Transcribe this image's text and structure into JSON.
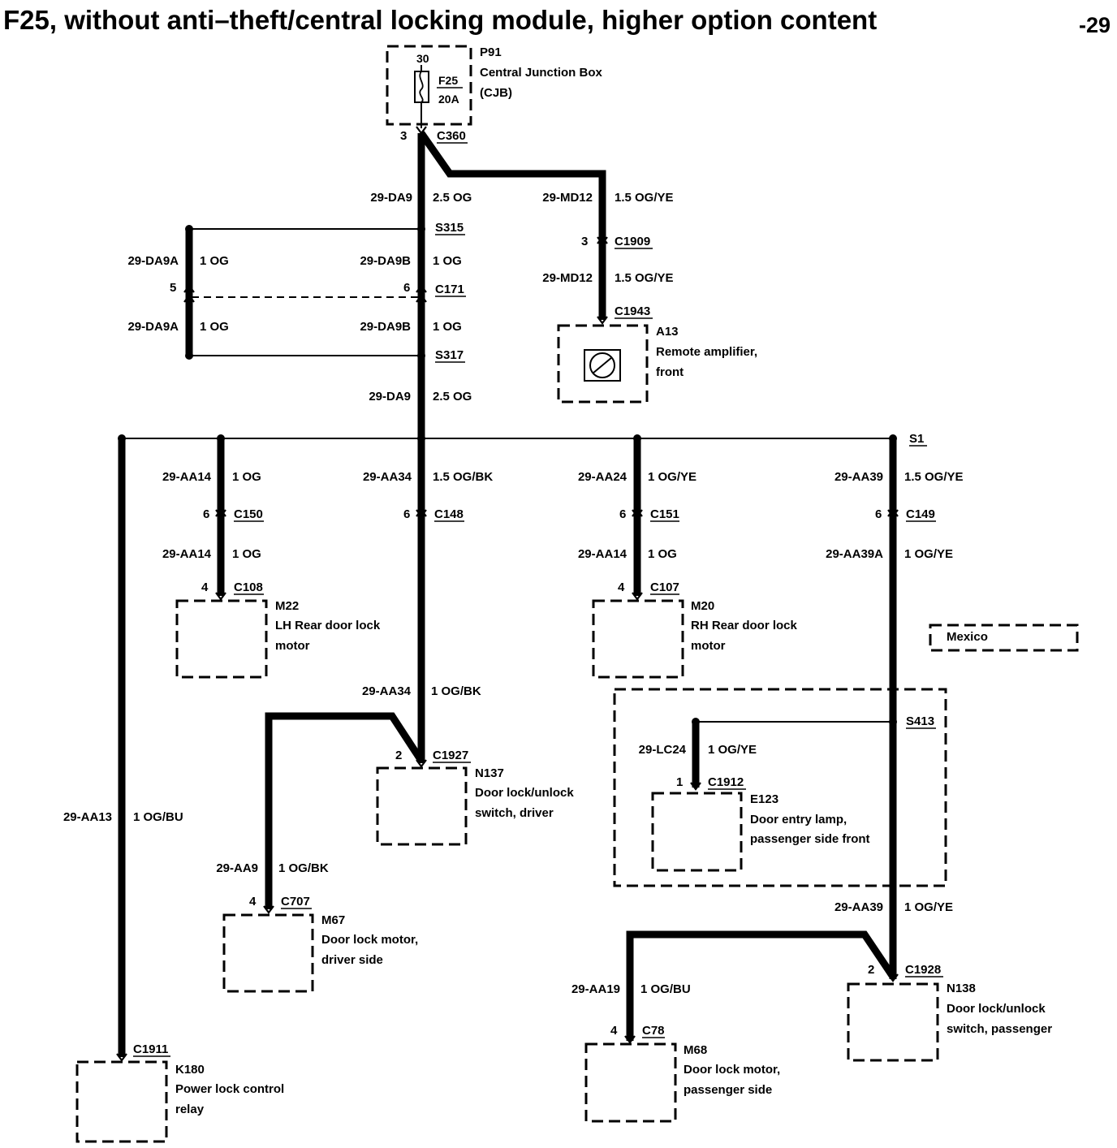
{
  "title": "F25, without anti–theft/central locking module, higher option content",
  "page_number": "-29",
  "fuse": {
    "pin": "30",
    "id": "F25",
    "rating": "20A"
  },
  "components": {
    "p91": {
      "id": "P91",
      "line1": "Central Junction Box",
      "line2": "(CJB)"
    },
    "a13": {
      "id": "A13",
      "line1": "Remote amplifier,",
      "line2": "front"
    },
    "m22": {
      "id": "M22",
      "line1": "LH Rear door lock",
      "line2": "motor"
    },
    "m20": {
      "id": "M20",
      "line1": "RH Rear door lock",
      "line2": "motor"
    },
    "n137": {
      "id": "N137",
      "line1": "Door lock/unlock",
      "line2": "switch, driver"
    },
    "e123": {
      "id": "E123",
      "line1": "Door entry lamp,",
      "line2": "passenger side front"
    },
    "m67": {
      "id": "M67",
      "line1": "Door lock motor,",
      "line2": "driver side"
    },
    "n138": {
      "id": "N138",
      "line1": "Door lock/unlock",
      "line2": "switch, passenger"
    },
    "m68": {
      "id": "M68",
      "line1": "Door lock motor,",
      "line2": "passenger side"
    },
    "k180": {
      "id": "K180",
      "line1": "Power lock control",
      "line2": "relay"
    }
  },
  "option_label": "Mexico",
  "connectors": {
    "c360": {
      "id": "C360",
      "pin": "3"
    },
    "c1909": {
      "id": "C1909",
      "pin": "3"
    },
    "c1943": {
      "id": "C1943"
    },
    "c171": {
      "id": "C171",
      "pin_left": "5",
      "pin_right": "6"
    },
    "c150": {
      "id": "C150",
      "pin": "6"
    },
    "c148": {
      "id": "C148",
      "pin": "6"
    },
    "c151": {
      "id": "C151",
      "pin": "6"
    },
    "c149": {
      "id": "C149",
      "pin": "6"
    },
    "c108": {
      "id": "C108",
      "pin": "4"
    },
    "c107": {
      "id": "C107",
      "pin": "4"
    },
    "c1927": {
      "id": "C1927",
      "pin": "2"
    },
    "c1912": {
      "id": "C1912",
      "pin": "1"
    },
    "c707": {
      "id": "C707",
      "pin": "4"
    },
    "c1928": {
      "id": "C1928",
      "pin": "2"
    },
    "c78": {
      "id": "C78",
      "pin": "4"
    },
    "c1911": {
      "id": "C1911"
    }
  },
  "splices": {
    "s315": "S315",
    "s317": "S317",
    "s1": "S1",
    "s413": "S413"
  },
  "wires": {
    "da9_top": {
      "circuit": "29-DA9",
      "spec": "2.5 OG"
    },
    "md12_a": {
      "circuit": "29-MD12",
      "spec": "1.5 OG/YE"
    },
    "md12_b": {
      "circuit": "29-MD12",
      "spec": "1.5 OG/YE"
    },
    "da9a_1": {
      "circuit": "29-DA9A",
      "spec": "1 OG"
    },
    "da9b_1": {
      "circuit": "29-DA9B",
      "spec": "1 OG"
    },
    "da9a_2": {
      "circuit": "29-DA9A",
      "spec": "1 OG"
    },
    "da9b_2": {
      "circuit": "29-DA9B",
      "spec": "1 OG"
    },
    "da9_mid": {
      "circuit": "29-DA9",
      "spec": "2.5 OG"
    },
    "aa14_a": {
      "circuit": "29-AA14",
      "spec": "1 OG"
    },
    "aa34_a": {
      "circuit": "29-AA34",
      "spec": "1.5 OG/BK"
    },
    "aa24": {
      "circuit": "29-AA24",
      "spec": "1 OG/YE"
    },
    "aa39_a": {
      "circuit": "29-AA39",
      "spec": "1.5 OG/YE"
    },
    "aa14_b": {
      "circuit": "29-AA14",
      "spec": "1 OG"
    },
    "aa14_c": {
      "circuit": "29-AA14",
      "spec": "1 OG"
    },
    "aa39a": {
      "circuit": "29-AA39A",
      "spec": "1 OG/YE"
    },
    "aa34_b": {
      "circuit": "29-AA34",
      "spec": "1 OG/BK"
    },
    "lc24": {
      "circuit": "29-LC24",
      "spec": "1 OG/YE"
    },
    "aa13": {
      "circuit": "29-AA13",
      "spec": "1 OG/BU"
    },
    "aa9": {
      "circuit": "29-AA9",
      "spec": "1 OG/BK"
    },
    "aa39_b": {
      "circuit": "29-AA39",
      "spec": "1 OG/YE"
    },
    "aa19": {
      "circuit": "29-AA19",
      "spec": "1 OG/BU"
    }
  }
}
